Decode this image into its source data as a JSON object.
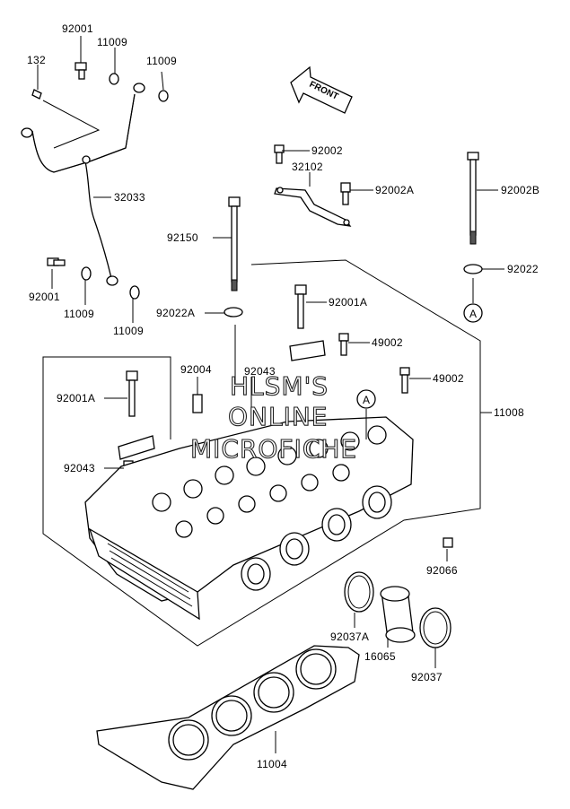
{
  "labels": {
    "p92001_top": "92001",
    "p11009_a": "11009",
    "p11009_b": "11009",
    "p132": "132",
    "p32033": "32033",
    "p92001_low": "92001",
    "p11009_c": "11009",
    "p11009_d": "11009",
    "p92002": "92002",
    "p32102": "32102",
    "p92002A": "92002A",
    "p92002B": "92002B",
    "p92150": "92150",
    "p92022": "92022",
    "p92022A": "92022A",
    "p92001A_top": "92001A",
    "p49002_a": "49002",
    "p49002_b": "49002",
    "p92004": "92004",
    "p92043_top": "92043",
    "p11008": "11008",
    "p92001A_low": "92001A",
    "p92043_low": "92043",
    "p92066": "92066",
    "p92037A": "92037A",
    "p16065": "16065",
    "p92037": "92037",
    "p11004": "11004",
    "callout_a1": "A",
    "callout_a2": "A"
  },
  "front_arrow": "FRONT",
  "watermark": {
    "line1": "HLSM'S",
    "line2": "ONLINE",
    "line3": "MICROFICHE"
  }
}
